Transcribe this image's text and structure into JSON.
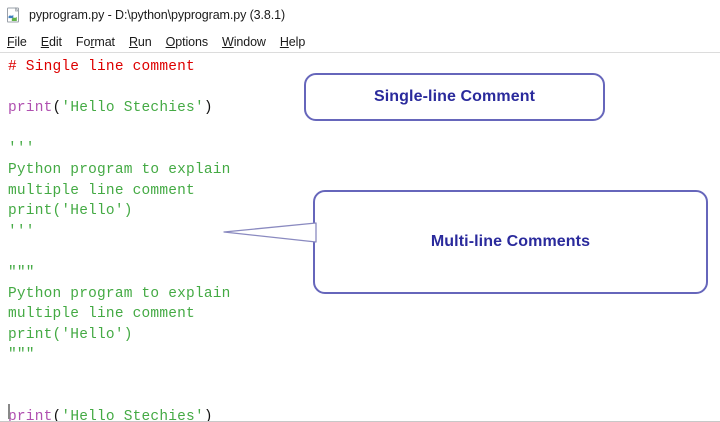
{
  "window": {
    "icon": "python-file-icon",
    "title": "pyprogram.py - D:\\python\\pyprogram.py (3.8.1)"
  },
  "menubar": {
    "items": [
      {
        "name": "file",
        "label": "File",
        "accel": "F"
      },
      {
        "name": "edit",
        "label": "Edit",
        "accel": "E"
      },
      {
        "name": "format",
        "label": "Format",
        "accel": "r"
      },
      {
        "name": "run",
        "label": "Run",
        "accel": "R"
      },
      {
        "name": "options",
        "label": "Options",
        "accel": "O"
      },
      {
        "name": "window",
        "label": "Window",
        "accel": "W"
      },
      {
        "name": "help",
        "label": "Help",
        "accel": "H"
      }
    ]
  },
  "editor": {
    "lines": [
      {
        "n": 1,
        "tokens": [
          {
            "t": "comment",
            "v": "# Single line comment"
          }
        ]
      },
      {
        "n": 2,
        "tokens": []
      },
      {
        "n": 3,
        "tokens": [
          {
            "t": "builtin",
            "v": "print"
          },
          {
            "t": "plain",
            "v": "("
          },
          {
            "t": "string",
            "v": "'Hello Stechies'"
          },
          {
            "t": "plain",
            "v": ")"
          }
        ]
      },
      {
        "n": 4,
        "tokens": []
      },
      {
        "n": 5,
        "tokens": [
          {
            "t": "string",
            "v": "'''"
          }
        ]
      },
      {
        "n": 6,
        "tokens": [
          {
            "t": "string",
            "v": "Python program to explain"
          }
        ]
      },
      {
        "n": 7,
        "tokens": [
          {
            "t": "string",
            "v": "multiple line comment"
          }
        ]
      },
      {
        "n": 8,
        "tokens": [
          {
            "t": "string",
            "v": "print('Hello')"
          }
        ]
      },
      {
        "n": 9,
        "tokens": [
          {
            "t": "string",
            "v": "'''"
          }
        ]
      },
      {
        "n": 10,
        "tokens": []
      },
      {
        "n": 11,
        "tokens": [
          {
            "t": "string",
            "v": "\"\"\""
          }
        ]
      },
      {
        "n": 12,
        "tokens": [
          {
            "t": "string",
            "v": "Python program to explain"
          }
        ]
      },
      {
        "n": 13,
        "tokens": [
          {
            "t": "string",
            "v": "multiple line comment"
          }
        ]
      },
      {
        "n": 14,
        "tokens": [
          {
            "t": "string",
            "v": "print('Hello')"
          }
        ]
      },
      {
        "n": 15,
        "tokens": [
          {
            "t": "string",
            "v": "\"\"\""
          }
        ]
      },
      {
        "n": 16,
        "tokens": []
      },
      {
        "n": 17,
        "tokens": []
      },
      {
        "n": 18,
        "tokens": [
          {
            "t": "builtin",
            "v": "print"
          },
          {
            "t": "plain",
            "v": "("
          },
          {
            "t": "string",
            "v": "'Hello Stechies'"
          },
          {
            "t": "plain",
            "v": ")"
          }
        ]
      }
    ]
  },
  "annotations": {
    "single_line": "Single-line Comment",
    "multi_line": "Multi-line Comments"
  },
  "colors": {
    "comment": "#dd0000",
    "string": "#44aa44",
    "builtin": "#b050b0",
    "plain": "#111111",
    "callout_border": "#6666bb",
    "callout_text": "#2a2a9c"
  }
}
